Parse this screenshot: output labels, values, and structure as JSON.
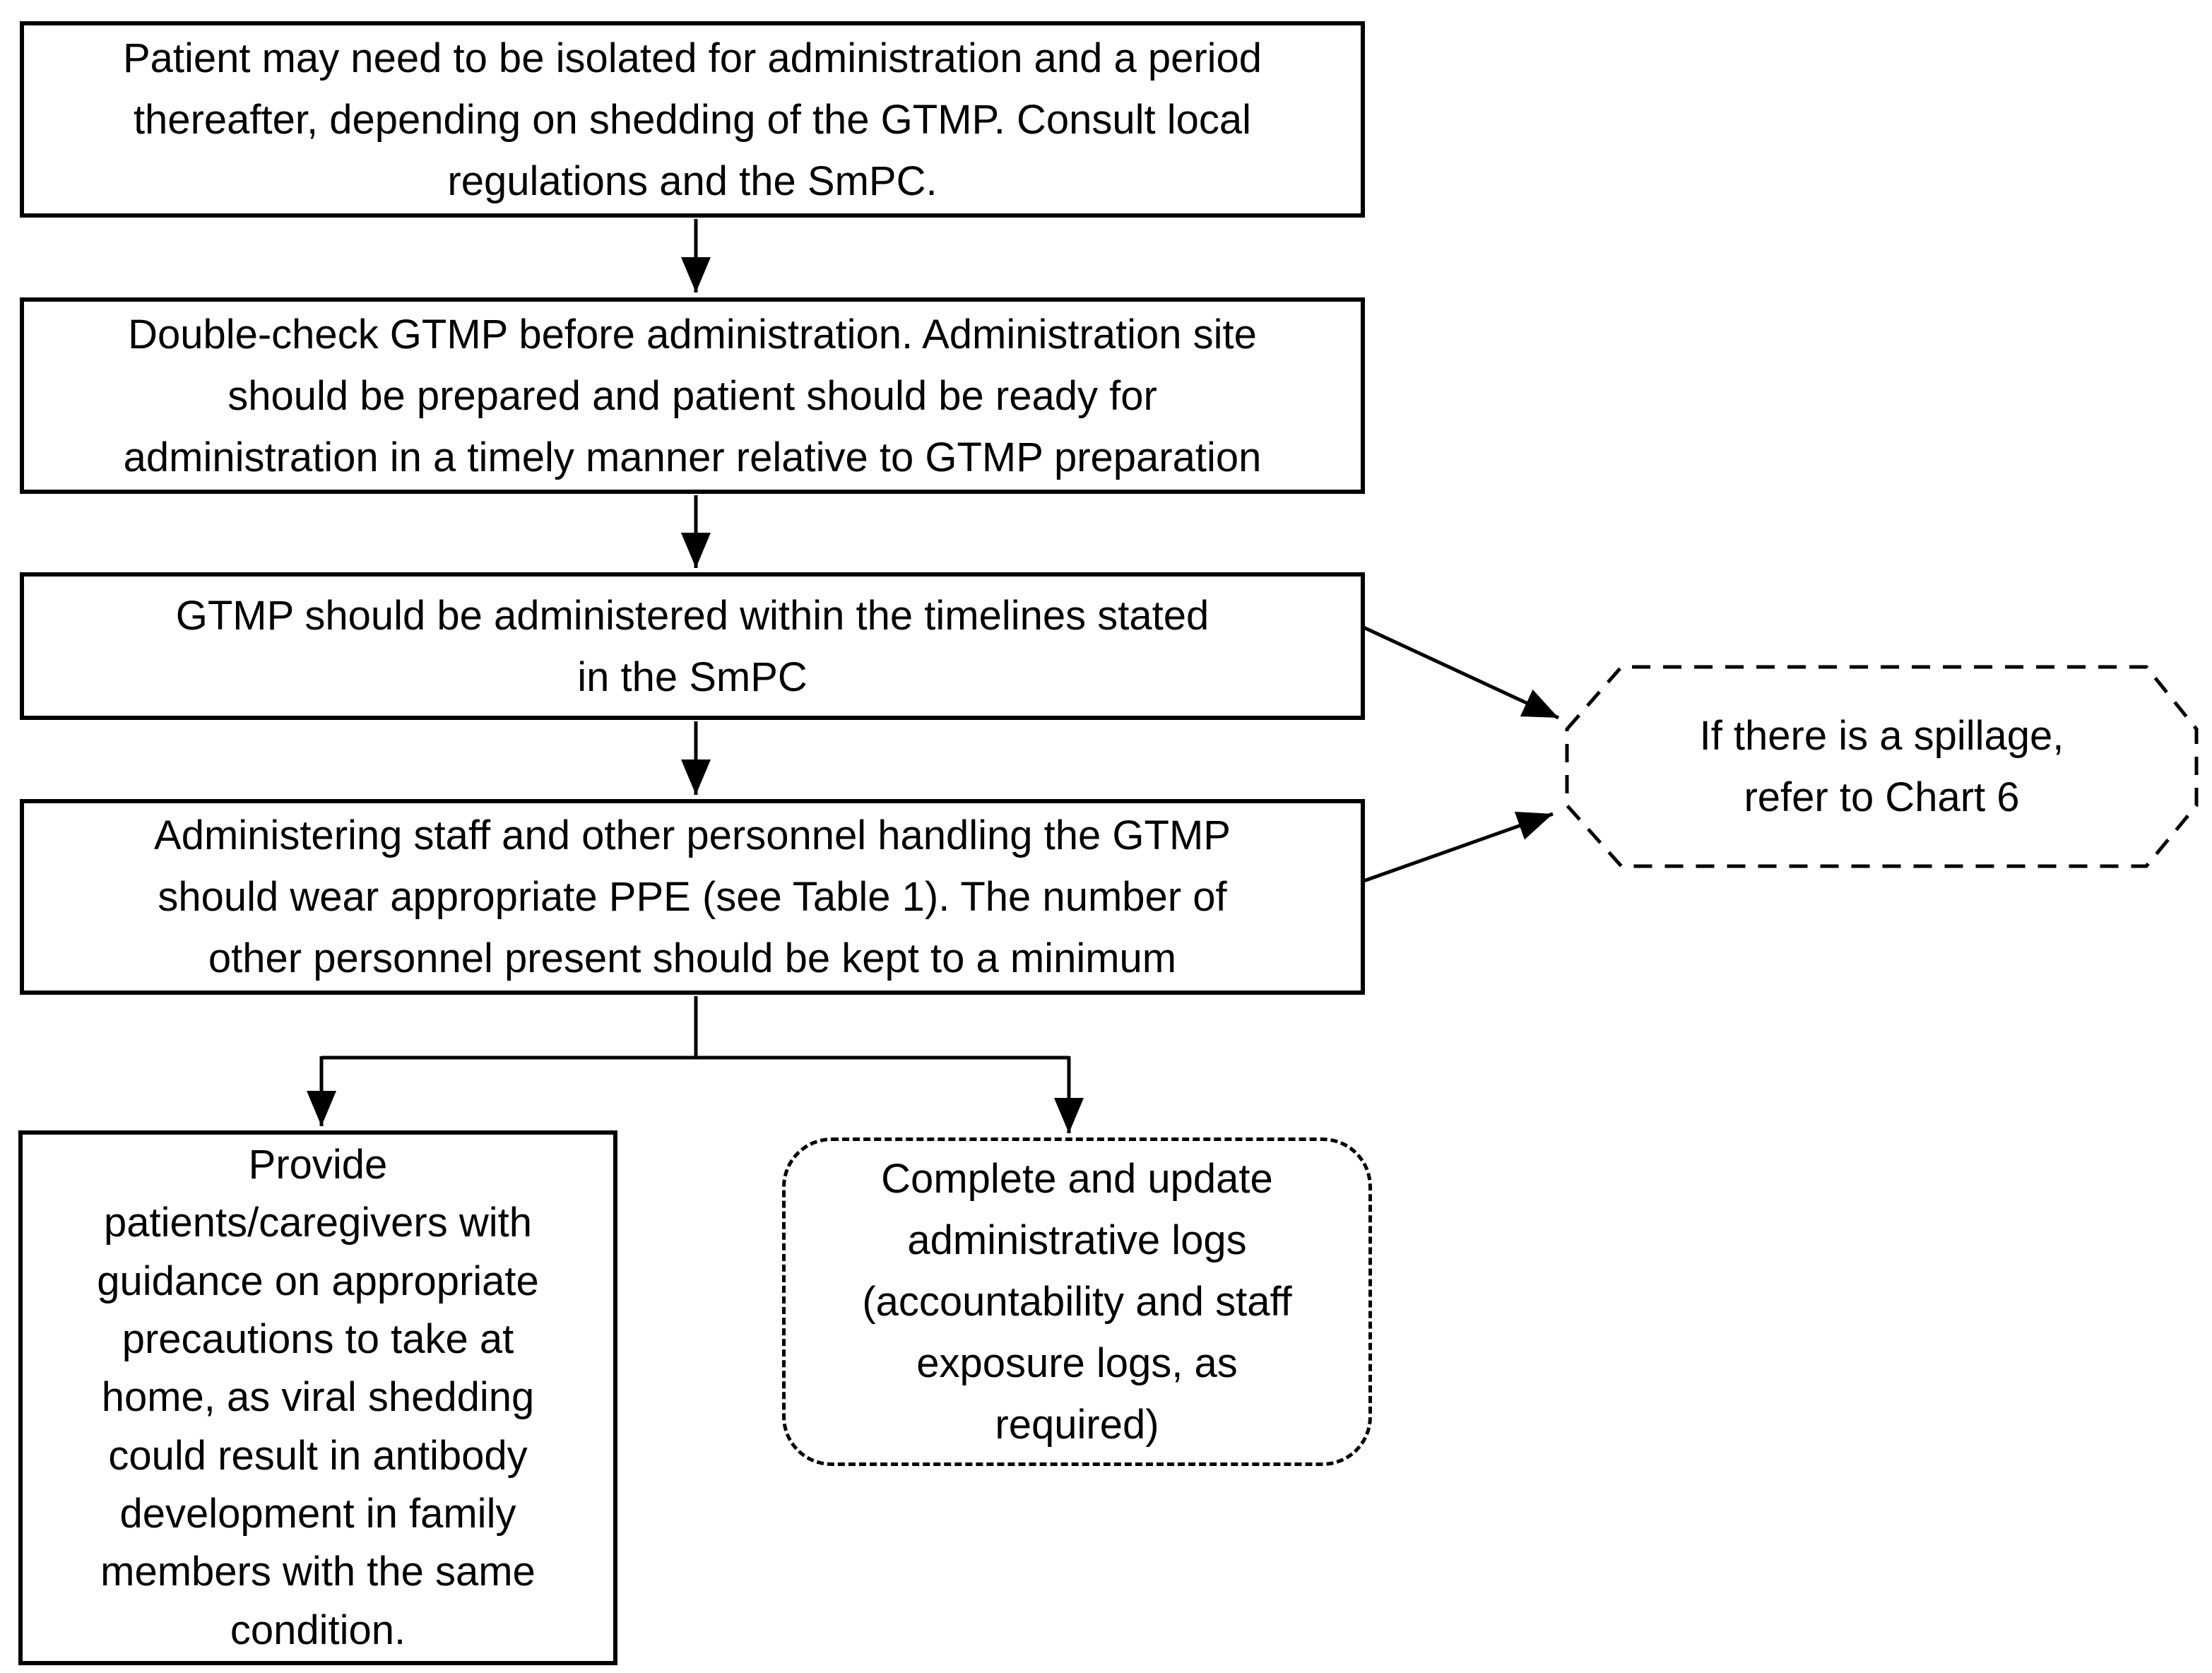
{
  "flowchart": {
    "box_isolation": {
      "text": "Patient may need to be isolated for administration and a period\nthereafter, depending on shedding of the GTMP. Consult local\nregulations and the SmPC."
    },
    "box_double_check": {
      "text": "Double-check GTMP before administration. Administration site\nshould be prepared and patient should be ready for\nadministration in a timely manner relative to GTMP preparation"
    },
    "box_timelines": {
      "text": "GTMP should be administered within the timelines stated\nin the SmPC"
    },
    "box_ppe": {
      "text": "Administering staff and other personnel handling the GTMP\nshould wear appropriate PPE (see Table 1). The number of\nother personnel present should be kept to a minimum"
    },
    "note_spillage": {
      "text": "If there is a spillage,\nrefer to Chart 6"
    },
    "box_provide_guidance": {
      "text": "Provide\npatients/caregivers with\nguidance on appropriate\nprecautions to take at\nhome, as viral shedding\ncould result in antibody\ndevelopment in family\nmembers with the same\ncondition."
    },
    "box_admin_logs": {
      "text": "Complete and update\nadministrative logs\n(accountability and staff\nexposure logs, as\nrequired)"
    }
  },
  "colors": {
    "line": "#000000",
    "text": "#000000",
    "background": "#ffffff"
  }
}
